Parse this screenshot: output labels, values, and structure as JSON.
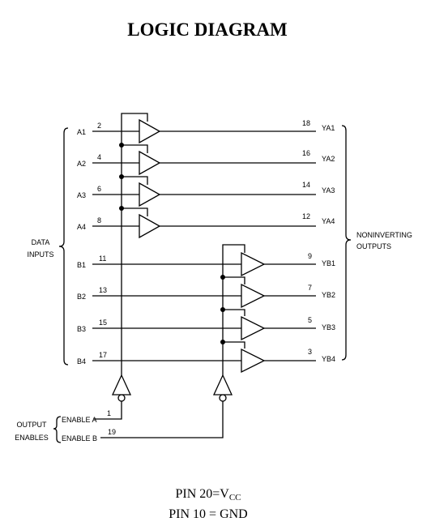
{
  "title": "LOGIC DIAGRAM",
  "group_labels": {
    "data_inputs": [
      "DATA",
      "INPUTS"
    ],
    "outputs": [
      "NONINVERTING",
      "OUTPUTS"
    ],
    "output_enables": [
      "OUTPUT",
      "ENABLES"
    ]
  },
  "channels_a": [
    {
      "input": "A1",
      "in_pin": "2",
      "out_pin": "18",
      "output": "YA1"
    },
    {
      "input": "A2",
      "in_pin": "4",
      "out_pin": "16",
      "output": "YA2"
    },
    {
      "input": "A3",
      "in_pin": "6",
      "out_pin": "14",
      "output": "YA3"
    },
    {
      "input": "A4",
      "in_pin": "8",
      "out_pin": "12",
      "output": "YA4"
    }
  ],
  "channels_b": [
    {
      "input": "B1",
      "in_pin": "11",
      "out_pin": "9",
      "output": "YB1"
    },
    {
      "input": "B2",
      "in_pin": "13",
      "out_pin": "7",
      "output": "YB2"
    },
    {
      "input": "B3",
      "in_pin": "15",
      "out_pin": "5",
      "output": "YB3"
    },
    {
      "input": "B4",
      "in_pin": "17",
      "out_pin": "3",
      "output": "YB4"
    }
  ],
  "enables": [
    {
      "label": "ENABLE A",
      "pin": "1"
    },
    {
      "label": "ENABLE B",
      "pin": "19"
    }
  ],
  "footer": {
    "vcc_prefix": "PIN 20=V",
    "vcc_sub": "CC",
    "gnd": "PIN 10 = GND"
  }
}
